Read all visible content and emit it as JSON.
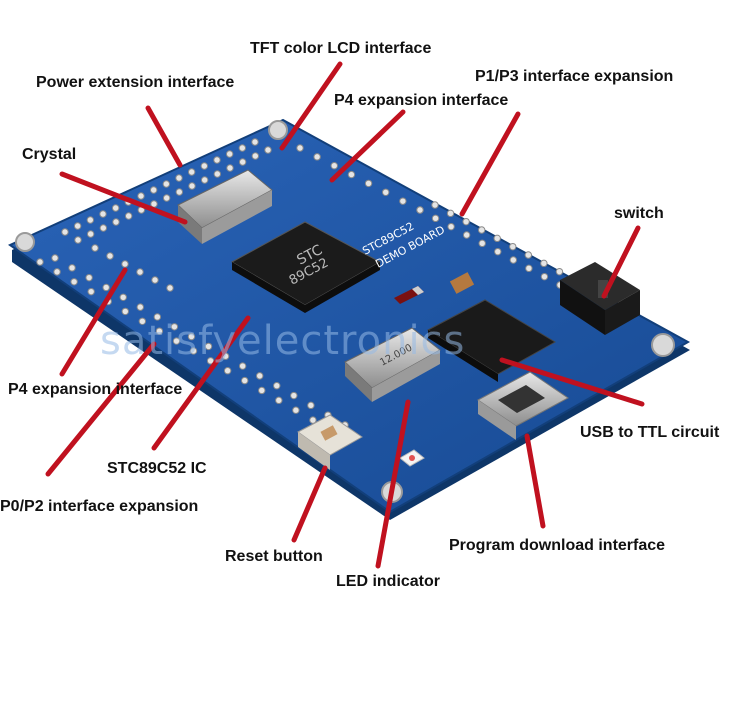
{
  "labels": {
    "tft": "TFT color LCD interface",
    "power": "Power extension interface",
    "p1p3": "P1/P3 interface expansion",
    "p4_top": "P4 expansion interface",
    "crystal": "Crystal",
    "switch": "switch",
    "p4_left": "P4 expansion interface",
    "usb_ttl": "USB to TTL circuit",
    "ic": "STC89C52 IC",
    "p0p2": "P0/P2 interface expansion",
    "program": "Program download interface",
    "reset": "Reset button",
    "led": "LED indicator"
  },
  "board": {
    "chip_text_1": "STC",
    "chip_text_2": "89C52",
    "silk_text_1": "STC89C52",
    "silk_text_2": "DEMO BOARD",
    "crystal_marking": "12.000"
  },
  "watermark": "satisfyelectronics",
  "colors": {
    "pointer": "#c0111f",
    "board": "#1f57a6",
    "board_edge": "#16447f",
    "silkscreen": "#ffffff"
  }
}
